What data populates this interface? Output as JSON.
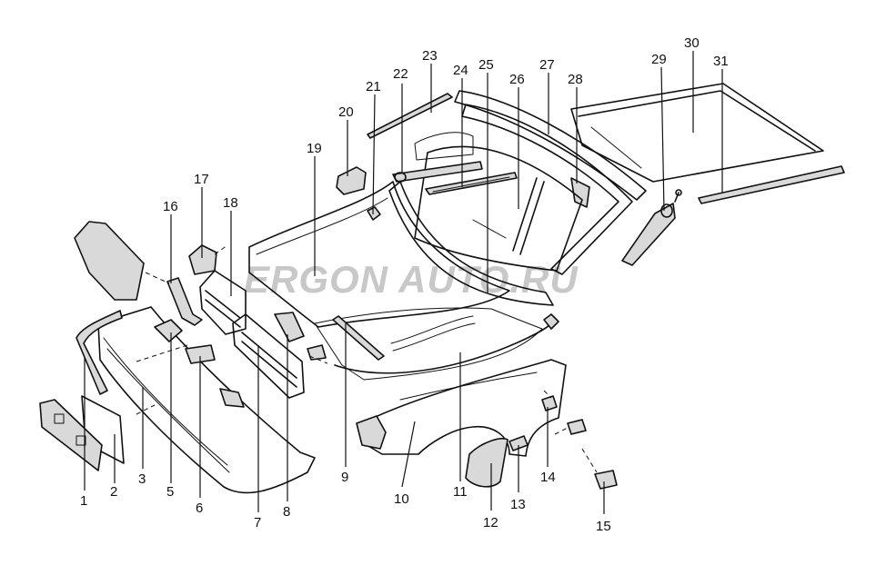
{
  "watermark": {
    "text": "ERGON AUTO.RU"
  },
  "callouts": [
    {
      "id": "1",
      "label": "1"
    },
    {
      "id": "2",
      "label": "2"
    },
    {
      "id": "3",
      "label": "3"
    },
    {
      "id": "5",
      "label": "5"
    },
    {
      "id": "6",
      "label": "6"
    },
    {
      "id": "7",
      "label": "7"
    },
    {
      "id": "8",
      "label": "8"
    },
    {
      "id": "9",
      "label": "9"
    },
    {
      "id": "10",
      "label": "10"
    },
    {
      "id": "11",
      "label": "11"
    },
    {
      "id": "12",
      "label": "12"
    },
    {
      "id": "13",
      "label": "13"
    },
    {
      "id": "14",
      "label": "14"
    },
    {
      "id": "15",
      "label": "15"
    },
    {
      "id": "16",
      "label": "16"
    },
    {
      "id": "17",
      "label": "17"
    },
    {
      "id": "18",
      "label": "18"
    },
    {
      "id": "19",
      "label": "19"
    },
    {
      "id": "20",
      "label": "20"
    },
    {
      "id": "21",
      "label": "21"
    },
    {
      "id": "22",
      "label": "22"
    },
    {
      "id": "23",
      "label": "23"
    },
    {
      "id": "24",
      "label": "24"
    },
    {
      "id": "25",
      "label": "25"
    },
    {
      "id": "26",
      "label": "26"
    },
    {
      "id": "27",
      "label": "27"
    },
    {
      "id": "28",
      "label": "28"
    },
    {
      "id": "29",
      "label": "29"
    },
    {
      "id": "30",
      "label": "30"
    },
    {
      "id": "31",
      "label": "31"
    }
  ]
}
